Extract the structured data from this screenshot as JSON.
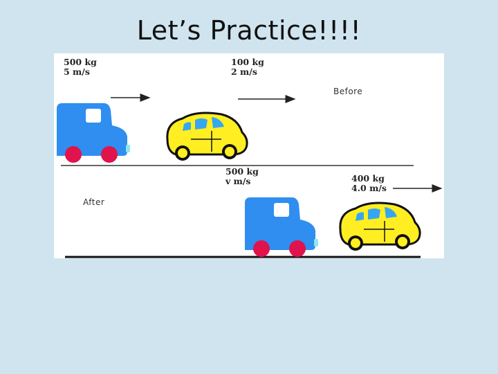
{
  "slide": {
    "title": "Let’s Practice!!!!"
  },
  "before": {
    "tag": "Before",
    "truck": {
      "mass": "500 kg",
      "velocity": "5 m/s"
    },
    "car": {
      "mass": "100 kg",
      "velocity": "2 m/s"
    }
  },
  "after": {
    "tag": "After",
    "truck": {
      "mass": "500 kg",
      "velocity": "v m/s"
    },
    "car": {
      "mass": "400 kg",
      "velocity": "4.0 m/s"
    }
  },
  "colors": {
    "background": "#cfe4ee",
    "truck_body": "#2f8ef0",
    "car_body": "#ffee22",
    "wheel": "#e0134d"
  }
}
